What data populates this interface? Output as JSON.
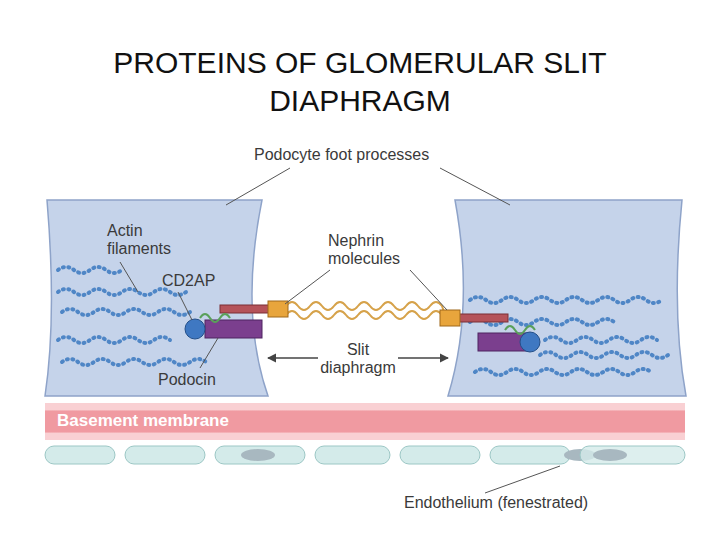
{
  "diagram": {
    "title": "PROTEINS OF GLOMERULAR SLIT DIAPHRAGM",
    "nodes": [
      {
        "text": [
          "Basement membrane"
        ]
      }
    ],
    "labels": [
      "Podocyte foot processes",
      "Actin filaments",
      "CD2AP",
      "Nephrin molecules",
      "Slit diaphragm",
      "Podocin",
      "Endothelium (fenestrated)"
    ]
  }
}
